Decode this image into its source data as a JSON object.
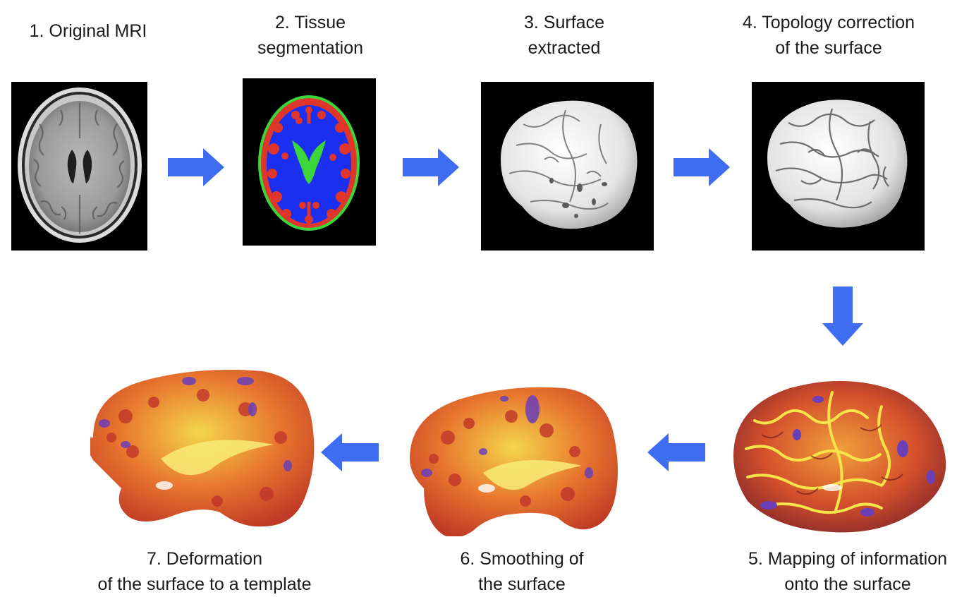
{
  "steps": [
    {
      "num": "1.",
      "line1": "1. Original MRI",
      "line2": ""
    },
    {
      "num": "2.",
      "line1": "2. Tissue",
      "line2": "segmentation"
    },
    {
      "num": "3.",
      "line1": "3. Surface",
      "line2": "extracted"
    },
    {
      "num": "4.",
      "line1": "4. Topology correction",
      "line2": "of the surface"
    },
    {
      "num": "5.",
      "line1": "5. Mapping of information",
      "line2": "onto the surface"
    },
    {
      "num": "6.",
      "line1": "6. Smoothing of",
      "line2": "the surface"
    },
    {
      "num": "7.",
      "line1": "7. Deformation",
      "line2": "of the surface to a template"
    }
  ],
  "colors": {
    "arrow": "#3f6df2",
    "background": "#ffffff",
    "panel": "#000000",
    "segmentation_csf": "#3ad63a",
    "segmentation_white_matter": "#1a2ff0",
    "segmentation_gray_matter": "#e0352b",
    "heatmap_hot": "#f5e34a",
    "heatmap_mid": "#e2572a",
    "heatmap_cool": "#6a3fb8"
  },
  "icons": [
    "arrow-right-icon",
    "arrow-down-icon",
    "arrow-left-icon"
  ]
}
